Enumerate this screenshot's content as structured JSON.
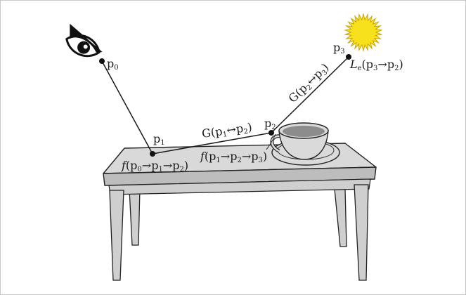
{
  "colors": {
    "table_top": "#d9d9d9",
    "table_front": "#bdbdbd",
    "table_leg": "#cfcfcf",
    "cup": "#dadada",
    "coffee": "#8c8c8c",
    "sun": "#f7e01c",
    "sun_stroke": "#c8a400",
    "line": "#1a1a1a",
    "border": "#c8c8c8"
  },
  "icons": {
    "eye": "eye-icon",
    "sun": "sun-icon",
    "cup": "teacup-icon",
    "table": "table-icon"
  },
  "labels": {
    "p0": {
      "main": "p",
      "sub": "0"
    },
    "p1": {
      "main": "p",
      "sub": "1"
    },
    "p2": {
      "main": "p",
      "sub": "2"
    },
    "p3": {
      "main": "p",
      "sub": "3"
    },
    "f012": {
      "f": "f",
      "open": "(",
      "p_a": "p",
      "a": "0",
      "arrow1": "→",
      "p_b": "p",
      "b": "1",
      "arrow2": "→",
      "p_c": "p",
      "c": "2",
      "close": ")"
    },
    "f123": {
      "f": "f",
      "open": "(",
      "p_a": "p",
      "a": "1",
      "arrow1": "→",
      "p_b": "p",
      "b": "2",
      "arrow2": "→",
      "p_c": "p",
      "c": "3",
      "close": ")"
    },
    "g12": {
      "G": "G",
      "open": "(",
      "p_a": "p",
      "a": "1",
      "arrow": "↔",
      "p_b": "p",
      "b": "2",
      "close": ")"
    },
    "g23": {
      "G": "G",
      "open": "(",
      "p_a": "p",
      "a": "2",
      "arrow": "↔",
      "p_b": "p",
      "b": "3",
      "close": ")"
    },
    "le": {
      "L": "L",
      "e": "e",
      "open": "(",
      "p_a": "p",
      "a": "3",
      "arrow": "→",
      "p_b": "p",
      "b": "2",
      "close": ")"
    }
  }
}
